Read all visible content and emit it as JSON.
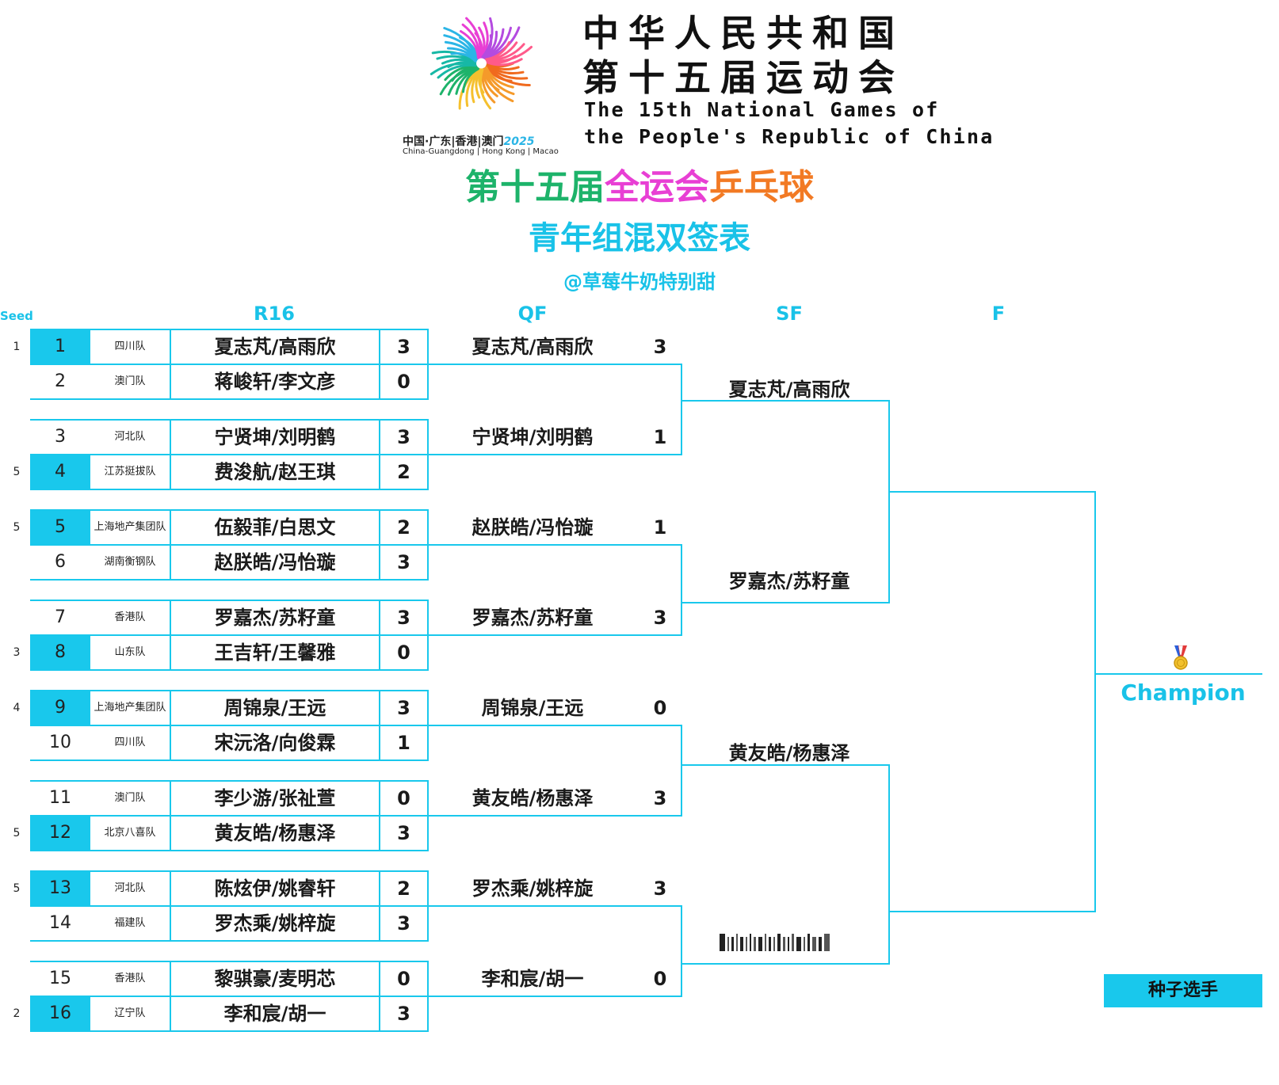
{
  "header": {
    "logo_caption_cn": "中国·广东|香港|澳门",
    "logo_caption_year": "2025",
    "logo_caption_en": "China-Guangdong | Hong Kong | Macao",
    "title_cn_line1": "中华人民共和国",
    "title_cn_line2": "第十五届运动会",
    "title_en_line1": "The 15th National Games of",
    "title_en_line2": "the People's Republic of China"
  },
  "main_title": {
    "part1": "第十五届",
    "part2": "全运会",
    "part3": "乒乓球"
  },
  "sub_title": "青年组混双签表",
  "watermark": "@草莓牛奶特别甜",
  "columns": {
    "seed": "Seed",
    "r16": "R16",
    "qf": "QF",
    "sf": "SF",
    "f": "F"
  },
  "r16": [
    {
      "seed": "1",
      "draw": "1",
      "team": "四川队",
      "pair": "夏志芃/高雨欣",
      "score": "3",
      "seeded": true
    },
    {
      "seed": "",
      "draw": "2",
      "team": "澳门队",
      "pair": "蒋峻轩/李文彦",
      "score": "0",
      "seeded": false
    },
    {
      "seed": "",
      "draw": "3",
      "team": "河北队",
      "pair": "宁贤坤/刘明鹤",
      "score": "3",
      "seeded": false
    },
    {
      "seed": "5",
      "draw": "4",
      "team": "江苏挺拔队",
      "pair": "费浚航/赵王琪",
      "score": "2",
      "seeded": true
    },
    {
      "seed": "5",
      "draw": "5",
      "team": "上海地产集团队",
      "pair": "伍毅菲/白思文",
      "score": "2",
      "seeded": true
    },
    {
      "seed": "",
      "draw": "6",
      "team": "湖南衡钢队",
      "pair": "赵朕皓/冯怡璇",
      "score": "3",
      "seeded": false
    },
    {
      "seed": "",
      "draw": "7",
      "team": "香港队",
      "pair": "罗嘉杰/苏籽童",
      "score": "3",
      "seeded": false
    },
    {
      "seed": "3",
      "draw": "8",
      "team": "山东队",
      "pair": "王吉轩/王馨雅",
      "score": "0",
      "seeded": true
    },
    {
      "seed": "4",
      "draw": "9",
      "team": "上海地产集团队",
      "pair": "周锦泉/王远",
      "score": "3",
      "seeded": true
    },
    {
      "seed": "",
      "draw": "10",
      "team": "四川队",
      "pair": "宋沅洛/向俊霖",
      "score": "1",
      "seeded": false
    },
    {
      "seed": "",
      "draw": "11",
      "team": "澳门队",
      "pair": "李少游/张祉萱",
      "score": "0",
      "seeded": false
    },
    {
      "seed": "5",
      "draw": "12",
      "team": "北京八喜队",
      "pair": "黄友皓/杨惠泽",
      "score": "3",
      "seeded": true
    },
    {
      "seed": "5",
      "draw": "13",
      "team": "河北队",
      "pair": "陈炫伊/姚睿轩",
      "score": "2",
      "seeded": true
    },
    {
      "seed": "",
      "draw": "14",
      "team": "福建队",
      "pair": "罗杰乘/姚梓旋",
      "score": "3",
      "seeded": false
    },
    {
      "seed": "",
      "draw": "15",
      "team": "香港队",
      "pair": "黎骐豪/麦明芯",
      "score": "0",
      "seeded": false
    },
    {
      "seed": "2",
      "draw": "16",
      "team": "辽宁队",
      "pair": "李和宸/胡一",
      "score": "3",
      "seeded": true
    }
  ],
  "qf": [
    {
      "pair": "夏志芃/高雨欣",
      "score": "3"
    },
    {
      "pair": "宁贤坤/刘明鹤",
      "score": "1"
    },
    {
      "pair": "赵朕皓/冯怡璇",
      "score": "1"
    },
    {
      "pair": "罗嘉杰/苏籽童",
      "score": "3"
    },
    {
      "pair": "周锦泉/王远",
      "score": "0"
    },
    {
      "pair": "黄友皓/杨惠泽",
      "score": "3"
    },
    {
      "pair": "罗杰乘/姚梓旋",
      "score": "3"
    },
    {
      "pair": "李和宸/胡一",
      "score": "0"
    }
  ],
  "sf": [
    {
      "pair": "夏志芃/高雨欣"
    },
    {
      "pair": "罗嘉杰/苏籽童"
    },
    {
      "pair": "黄友皓/杨惠泽"
    },
    {
      "pair": ""
    }
  ],
  "champion_label": "Champion",
  "legend_label": "种子选手",
  "colors": {
    "accent": "#19c8ec",
    "title_green": "#1db36a",
    "title_magenta": "#e83fd4",
    "title_orange": "#f27a24"
  },
  "icons": {
    "medal": "gold-medal-icon",
    "logo": "games-logo-icon"
  }
}
